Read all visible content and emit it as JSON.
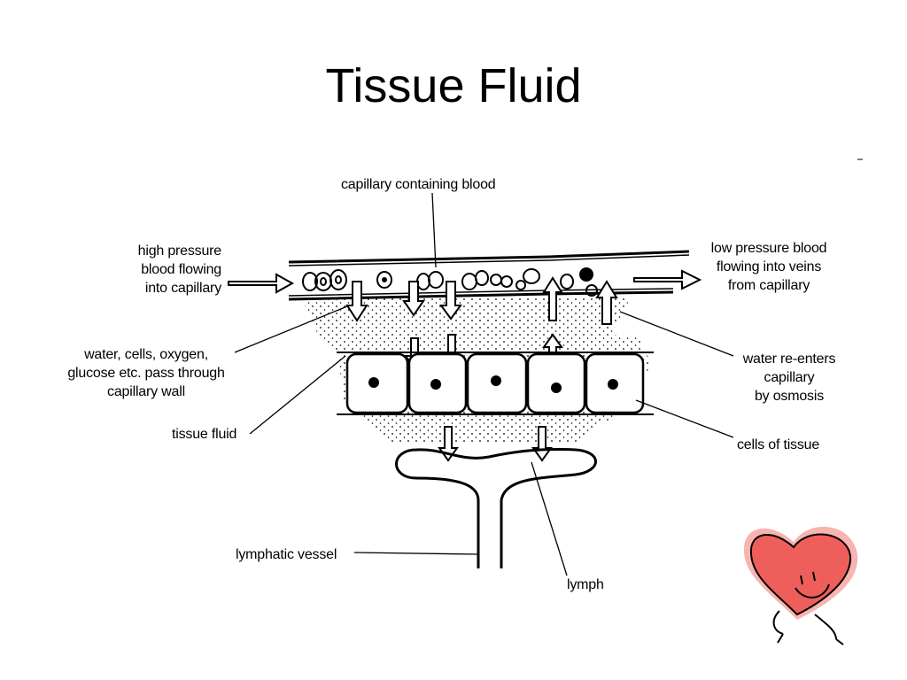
{
  "slide": {
    "title": "Tissue Fluid"
  },
  "diagram": {
    "labels": {
      "capillary": "capillary containing blood",
      "high_pressure": [
        "high pressure",
        "blood flowing",
        "into capillary"
      ],
      "low_pressure": [
        "low pressure blood",
        "flowing into veins",
        "from capillary"
      ],
      "water_cells": [
        "water, cells, oxygen,",
        "glucose etc. pass through",
        "capillary wall"
      ],
      "water_reenters": [
        "water re-enters",
        "capillary",
        "by osmosis"
      ],
      "tissue_fluid": "tissue fluid",
      "cells_of_tissue": "cells of tissue",
      "lymphatic_vessel": "lymphatic vessel",
      "lymph": "lymph"
    }
  },
  "colors": {
    "heart_fill": "#ee5f5c",
    "heart_glow": "#f7b4b0",
    "ink": "#000000"
  }
}
